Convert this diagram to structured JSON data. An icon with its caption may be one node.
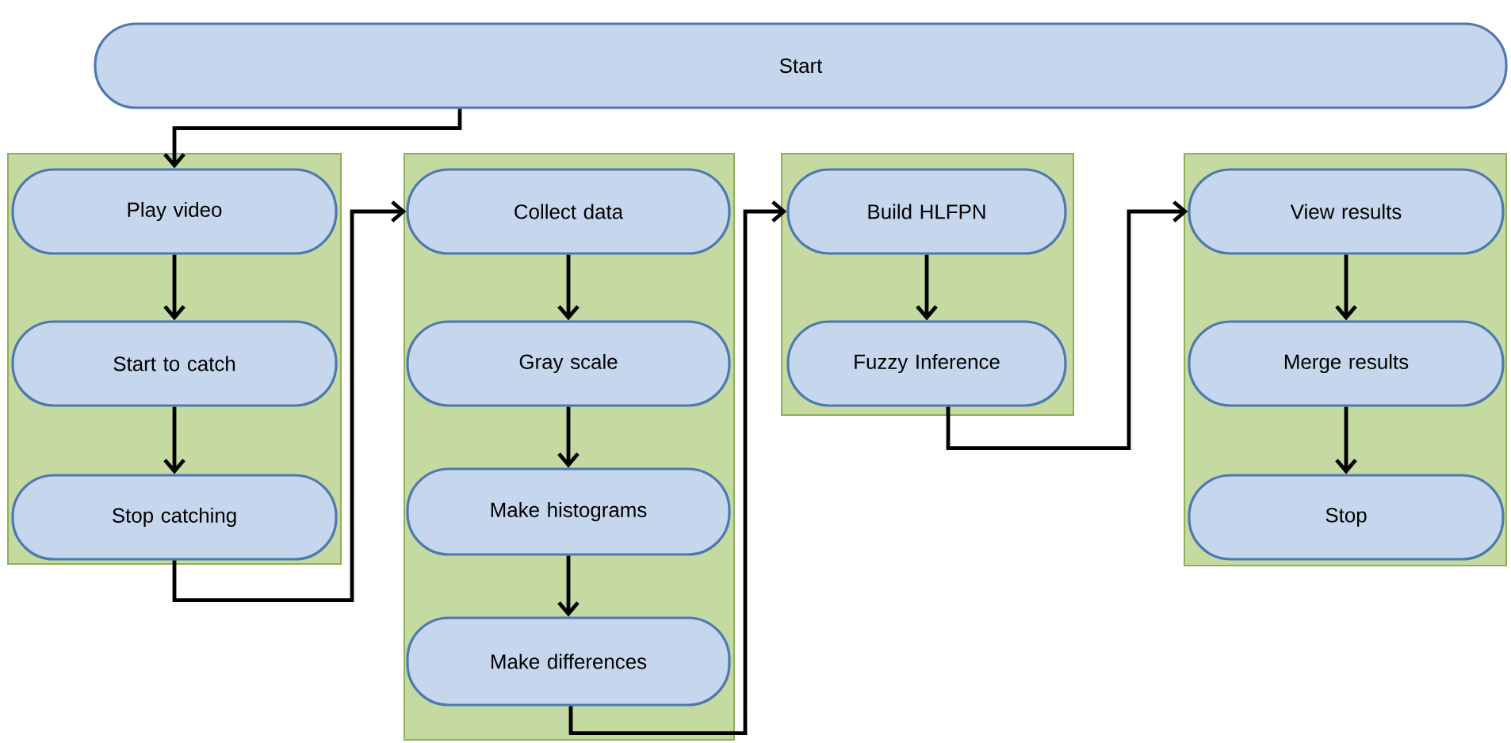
{
  "diagram": {
    "nodes": [
      {
        "text": [
          "Start"
        ]
      },
      {
        "text": [],
        "shape": "box"
      },
      {
        "text": [
          "Play video"
        ],
        "in": 1
      },
      {
        "text": [
          "Start to catch"
        ],
        "in": 1
      },
      {
        "text": [
          "Stop catching"
        ],
        "in": 1
      },
      {
        "text": [],
        "shape": "box"
      },
      {
        "text": [
          "Collect data"
        ],
        "in": 5
      },
      {
        "text": [
          "Gray scale"
        ],
        "in": 5
      },
      {
        "text": [
          "Make histograms"
        ],
        "in": 5
      },
      {
        "text": [
          "Make differences"
        ],
        "in": 5
      },
      {
        "text": [],
        "shape": "box"
      },
      {
        "text": [
          "Build HLFPN"
        ],
        "in": 10
      },
      {
        "text": [
          "Fuzzy Inference"
        ],
        "in": 10
      },
      {
        "text": [],
        "shape": "box"
      },
      {
        "text": [
          "View results"
        ],
        "in": 13
      },
      {
        "text": [
          "Merge results"
        ],
        "in": 13
      },
      {
        "text": [
          "Stop"
        ],
        "in": 13
      }
    ],
    "edges": [
      {
        "from": 0,
        "to": 2,
        "arrow": "to"
      },
      {
        "from": 2,
        "to": 3,
        "arrow": "to"
      },
      {
        "from": 3,
        "to": 4,
        "arrow": "to"
      },
      {
        "from": 4,
        "to": 6,
        "arrow": "to"
      },
      {
        "from": 6,
        "to": 7,
        "arrow": "to"
      },
      {
        "from": 7,
        "to": 8,
        "arrow": "to"
      },
      {
        "from": 8,
        "to": 9,
        "arrow": "to"
      },
      {
        "from": 9,
        "to": 11,
        "arrow": "to"
      },
      {
        "from": 11,
        "to": 12,
        "arrow": "to"
      },
      {
        "from": 12,
        "to": 14,
        "arrow": "to"
      },
      {
        "from": 14,
        "to": 15,
        "arrow": "to"
      },
      {
        "from": 15,
        "to": 16,
        "arrow": "to"
      }
    ]
  }
}
